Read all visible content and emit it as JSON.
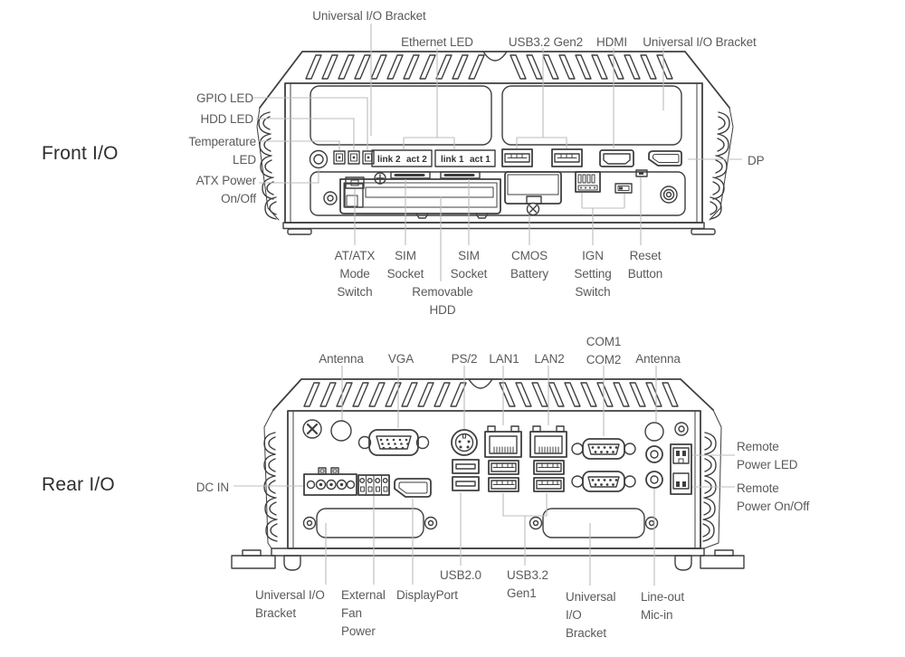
{
  "document": {
    "type": "hardware io panel diagram"
  },
  "colors": {
    "background": "#ffffff",
    "drawing_stroke": "#3f3f3f",
    "leader_line": "#bcbcbc",
    "label_text": "#5a5a5a",
    "title_text": "#2e2e2e"
  },
  "front": {
    "section_title": "Front I/O",
    "labels": {
      "universal_io_bracket_left": "Universal I/O Bracket",
      "ethernet_led": "Ethernet LED",
      "usb32_gen2": "USB3.2 Gen2",
      "hdmi": "HDMI",
      "universal_io_bracket_right": "Universal I/O Bracket",
      "gpio_led": "GPIO LED",
      "hdd_led": "HDD LED",
      "temperature_led": "Temperature\nLED",
      "atx_power_onoff": "ATX Power\nOn/Off",
      "dp": "DP",
      "at_atx_mode_switch": "AT/ATX\nMode\nSwitch",
      "sim_socket_1": "SIM\nSocket",
      "sim_socket_2": "SIM\nSocket",
      "removable_hdd": "Removable\nHDD",
      "cmos_battery": "CMOS\nBattery",
      "ign_setting_switch": "IGN\nSetting\nSwitch",
      "reset_button": "Reset\nButton"
    },
    "panel": {
      "link2": "link 2",
      "act2": "act 2",
      "link1": "link 1",
      "act1": "act 1"
    }
  },
  "rear": {
    "section_title": "Rear I/O",
    "labels": {
      "antenna_left": "Antenna",
      "vga": "VGA",
      "ps2": "PS/2",
      "lan1": "LAN1",
      "lan2": "LAN2",
      "com1_com2": "COM1\nCOM2",
      "antenna_right": "Antenna",
      "dc_in": "DC IN",
      "remote_power_led": "Remote\nPower LED",
      "remote_power_onoff": "Remote\nPower On/Off",
      "universal_io_bracket_left": "Universal I/O\nBracket",
      "external_fan_power": "External\nFan\nPower",
      "displayport": "DisplayPort",
      "usb20": "USB2.0",
      "usb32_gen1": "USB3.2\nGen1",
      "universal_io_bracket_right": "Universal\nI/O\nBracket",
      "lineout_micin": "Line-out\nMic-in"
    }
  }
}
